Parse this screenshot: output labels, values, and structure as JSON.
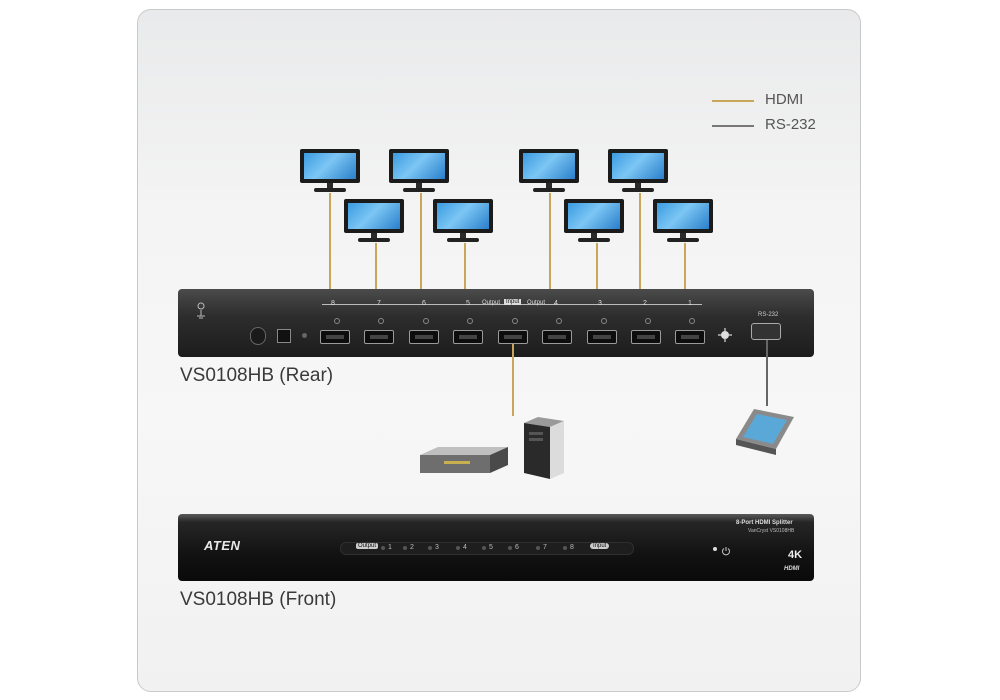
{
  "legend": [
    {
      "label": "HDMI",
      "color": "#c8a75a"
    },
    {
      "label": "RS-232",
      "color": "#777777"
    }
  ],
  "rear": {
    "caption": "VS0108HB (Rear)",
    "output_numbers": [
      "8",
      "7",
      "6",
      "5",
      "4",
      "3",
      "2",
      "1"
    ],
    "output_label_left": "Output",
    "input_label": "Input",
    "output_label_right": "Output",
    "rs232_label": "RS-232"
  },
  "front": {
    "caption": "VS0108HB (Front)",
    "brand": "ATEN",
    "product_name": "8-Port HDMI Splitter",
    "model_small": "VanCryst VS0108HB",
    "output_tag": "Output",
    "port_numbers": [
      "1",
      "2",
      "3",
      "4",
      "5",
      "6",
      "7",
      "8"
    ],
    "input_tag": "Input",
    "badge_4k": "4K",
    "badge_hdmi": "HDMI"
  },
  "icons": [
    "monitor-icon",
    "dvd-player-icon",
    "pc-tower-icon",
    "touch-panel-icon",
    "ground-icon",
    "power-icon"
  ]
}
